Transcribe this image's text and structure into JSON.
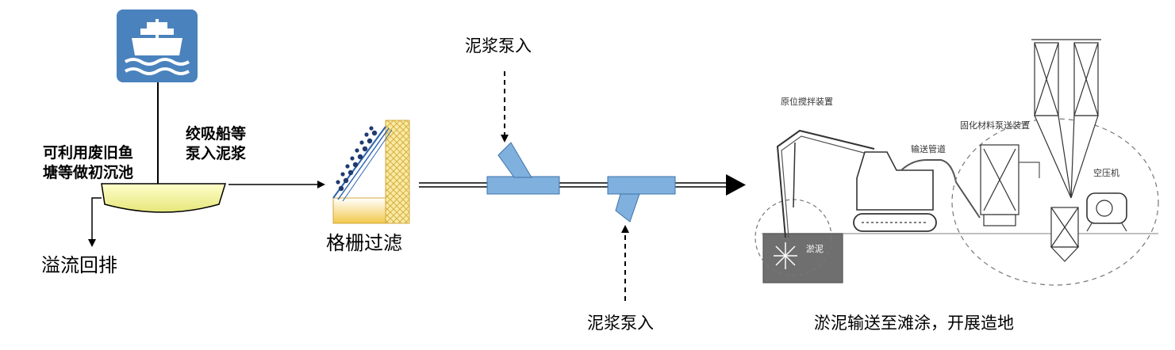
{
  "labels": {
    "pond_line1": "可利用废旧鱼",
    "pond_line2": "塘等做初沉池",
    "pump_ship_line1": "绞吸船等",
    "pump_ship_line2": "泵入泥浆",
    "overflow": "溢流回排",
    "grating": "格栅过滤",
    "slurry_in_top": "泥浆泵入",
    "slurry_in_bottom": "泥浆泵入",
    "final": "淤泥输送至滩涂，开展造地"
  },
  "plant_labels": {
    "mixing": "原位搅拌装置",
    "conveying": "输送管道",
    "curing": "固化材料泵送装置",
    "compressor": "空压机",
    "sludge": "淤泥"
  },
  "icons": {
    "ship": "ship-icon"
  },
  "colors": {
    "ship_tile": "#4a82bd",
    "pipe_fitting": "#7fb0de",
    "pipe_fitting_border": "#3f74a8",
    "pond_fill": "#f7f7b0",
    "filter_yellow": "#f2c94c",
    "filter_dots": "#1f3b70",
    "sludge_area": "#6f6f6f"
  }
}
